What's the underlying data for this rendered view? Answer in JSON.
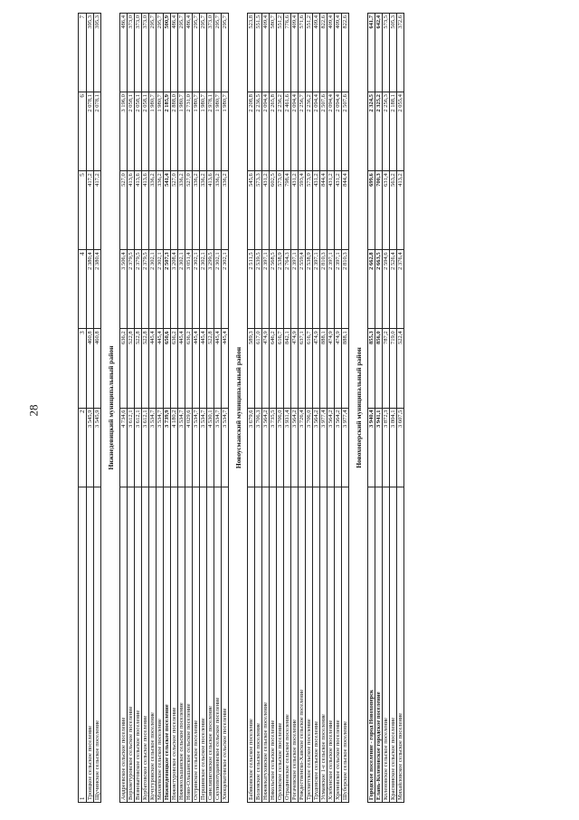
{
  "page_number": "28",
  "header": [
    "1",
    "2",
    "3",
    "4",
    "5",
    "6",
    "7"
  ],
  "top_rows": [
    {
      "name": "Троицкое сельское поселение",
      "v": [
        "3 545,9",
        "460,8",
        "2 380,4",
        "417,2",
        "2 078,1",
        "395,3"
      ]
    },
    {
      "name": "Щучинское сельское поселение",
      "v": [
        "3 545,9",
        "460,8",
        "2 380,4",
        "417,2",
        "2 078,1",
        "395,3"
      ]
    }
  ],
  "sections": [
    {
      "title": "Нижнедевицкий муниципальный район",
      "rows": [
        {
          "name": "Андреевское сельское поселение",
          "v": [
            "4 734,6",
            "636,2",
            "3 506,4",
            "527,0",
            "3 196,0",
            "486,4"
          ]
        },
        {
          "name": "Верхнетуровское сельское поселение",
          "v": [
            "3 612,1",
            "522,8",
            "2 379,5",
            "413,6",
            "2 058,1",
            "373,0"
          ]
        },
        {
          "name": "Вязноватовское сельское поселение",
          "v": [
            "3 612,1",
            "522,8",
            "2 379,5",
            "413,6",
            "2 058,1",
            "373,0"
          ]
        },
        {
          "name": "Курбатовское сельское поселение",
          "v": [
            "3 612,1",
            "522,8",
            "2 379,5",
            "413,6",
            "2 058,1",
            "373,0"
          ]
        },
        {
          "name": "Кучугуровское сельское поселение",
          "v": [
            "3 534,7",
            "445,4",
            "2 302,1",
            "336,2",
            "1 980,7",
            "295,7"
          ]
        },
        {
          "name": "Михнёвское сельское поселение",
          "v": [
            "3 534,7",
            "445,4",
            "2 302,1",
            "336,2",
            "1 980,7",
            "295,7"
          ]
        },
        {
          "name": "Нижнедевицкое сельское поселение",
          "bold": true,
          "v": [
            "3 739,9",
            "650,6",
            "2 507,3",
            "541,4",
            "2 185,9",
            "500,9"
          ]
        },
        {
          "name": "Нижнетуровское сельское поселение",
          "v": [
            "4 180,2",
            "636,2",
            "3 208,4",
            "527,0",
            "2 888,0",
            "486,4"
          ]
        },
        {
          "name": "Нижнеольшанское сельское поселение",
          "v": [
            "3 534,7",
            "445,4",
            "2 302,1",
            "336,2",
            "1 980,7",
            "295,7"
          ]
        },
        {
          "name": "Ново-Ольшанское сельское поселение",
          "v": [
            "4 029,6",
            "636,2",
            "3 051,4",
            "527,0",
            "2 731,0",
            "486,4"
          ]
        },
        {
          "name": "Острянское сельское поселение",
          "v": [
            "3 534,7",
            "445,4",
            "2 302,1",
            "336,2",
            "1 980,7",
            "295,7"
          ]
        },
        {
          "name": "Першинское сельское поселение",
          "v": [
            "3 534,7",
            "445,4",
            "2 302,1",
            "336,2",
            "1 980,7",
            "295,7"
          ]
        },
        {
          "name": "Синелипяговское сельское поселение",
          "v": [
            "4 530,1",
            "522,8",
            "3 299,5",
            "413,6",
            "2 978,1",
            "373,0"
          ]
        },
        {
          "name": "Скупопотудановское сельское поселение",
          "v": [
            "3 534,7",
            "445,4",
            "2 302,1",
            "336,2",
            "1 980,7",
            "295,7"
          ]
        },
        {
          "name": "Хвощеватовское сельское поселение",
          "v": [
            "3 534,7",
            "445,4",
            "2 302,1",
            "336,2",
            "1 980,7",
            "295,7"
          ]
        }
      ]
    },
    {
      "title": "Новоусманский муниципальный район",
      "rows": [
        {
          "name": "Бабяковское сельское поселение",
          "v": [
            "3 679,6",
            "589,3",
            "2 511,5",
            "545,6",
            "2 208,8",
            "523,8"
          ]
        },
        {
          "name": "Воленское сельское поселение",
          "v": [
            "3 706,3",
            "617,0",
            "2 539,5",
            "573,3",
            "2 236,5",
            "551,5"
          ]
        },
        {
          "name": "Нижнекатуховское сельское поселение",
          "v": [
            "3 564,2",
            "474,9",
            "2 397,1",
            "431,2",
            "2 094,4",
            "409,4"
          ]
        },
        {
          "name": "Никольское сельское поселение",
          "v": [
            "3 735,5",
            "646,2",
            "2 568,5",
            "602,5",
            "2 265,8",
            "580,7"
          ]
        },
        {
          "name": "Орловское сельское поселение",
          "v": [
            "3 706,0",
            "616,7",
            "2 538,9",
            "573,0",
            "2 236,2",
            "551,2"
          ]
        },
        {
          "name": "Отрадненское сельское поселение",
          "v": [
            "3 931,4",
            "842,1",
            "2 764,3",
            "798,4",
            "2 461,6",
            "776,6"
          ]
        },
        {
          "name": "Рогачевское сельское поселение",
          "v": [
            "3 564,2",
            "474,9",
            "2 397,1",
            "431,2",
            "2 094,4",
            "409,4"
          ]
        },
        {
          "name": "Рождественско-Хавское сельское поселение",
          "v": [
            "3 726,4",
            "637,1",
            "2 559,4",
            "593,4",
            "2 256,7",
            "571,6"
          ]
        },
        {
          "name": "Тресвятское сельское поселение",
          "v": [
            "3 706,0",
            "616,7",
            "2 538,9",
            "573,0",
            "2 236,2",
            "551,2"
          ]
        },
        {
          "name": "Трудовское сельское поселение",
          "v": [
            "3 564,2",
            "474,9",
            "2 397,1",
            "431,2",
            "2 094,4",
            "409,4"
          ]
        },
        {
          "name": "Усманское 1-е сельское поселение",
          "v": [
            "3 977,4",
            "888,1",
            "2 810,3",
            "844,4",
            "2 507,6",
            "822,6"
          ]
        },
        {
          "name": "Хлебенское сельское поселение",
          "v": [
            "3 564,2",
            "474,9",
            "2 397,1",
            "431,2",
            "2 094,4",
            "409,4"
          ]
        },
        {
          "name": "Хреновское сельское поселение",
          "v": [
            "3 564,2",
            "474,9",
            "2 397,1",
            "431,2",
            "2 094,4",
            "409,4"
          ]
        },
        {
          "name": "Шуберское сельское поселение",
          "v": [
            "3 977,4",
            "888,1",
            "2 810,3",
            "844,4",
            "2 507,6",
            "822,6"
          ]
        }
      ]
    },
    {
      "title": "Новохоперский муниципальный район",
      "rows": [
        {
          "name": "Городское поселение - город Новохоперск",
          "bold": true,
          "v": [
            "3 940,4",
            "855,3",
            "2 662,8",
            "699,6",
            "2 324,5",
            "641,7"
          ]
        },
        {
          "name": "Елань-Коленовское городское поселение",
          "bold": true,
          "v": [
            "3 941,1",
            "856,0",
            "2 663,5",
            "700,3",
            "2 325,2",
            "642,4"
          ]
        },
        {
          "name": "Коленовское сельское поселение",
          "v": [
            "3 872,3",
            "787,2",
            "2 594,6",
            "631,4",
            "2 256,3",
            "573,5"
          ]
        },
        {
          "name": "Краснянское сельское поселение",
          "v": [
            "3 804,1",
            "719,0",
            "2 526,4",
            "563,2",
            "2 188,1",
            "505,3"
          ]
        },
        {
          "name": "Михайловское сельское поселение",
          "v": [
            "3 607,5",
            "522,4",
            "2 376,4",
            "413,2",
            "2 055,4",
            "372,6"
          ]
        }
      ]
    }
  ]
}
